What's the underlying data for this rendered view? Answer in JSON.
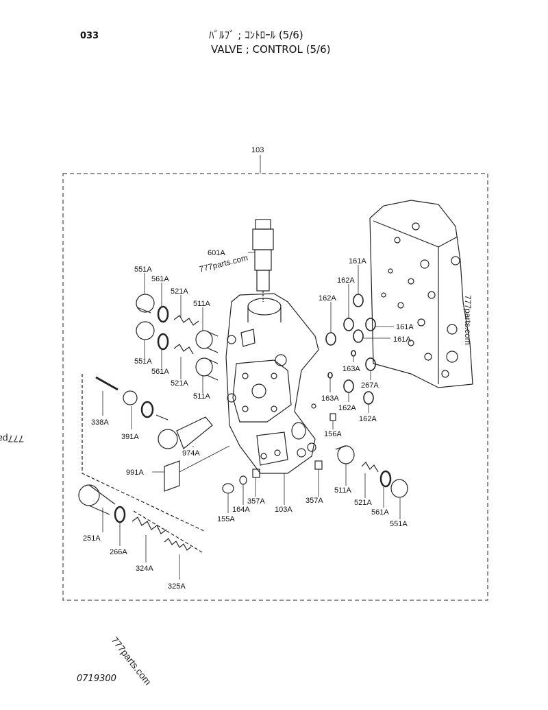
{
  "header": {
    "page_number": "033",
    "title_jp": "ﾊﾞﾙﾌﾞ ; ｺﾝﾄﾛｰﾙ (5/6)",
    "title_en": "VALVE ; CONTROL (5/6)"
  },
  "footer": {
    "doc_code": "0719300"
  },
  "watermarks": [
    "777parts.com",
    "777parts.com",
    "777pa",
    "777parts.com"
  ],
  "assembly_label": "103",
  "part_labels": {
    "p601A": "601A",
    "p551A_top": "551A",
    "p561A_top": "561A",
    "p521A_top": "521A",
    "p511A_top": "511A",
    "p551A_mid": "551A",
    "p561A_mid": "561A",
    "p521A_mid": "521A",
    "p511A_mid": "511A",
    "p338A": "338A",
    "p391A": "391A",
    "p974A": "974A",
    "p991A": "991A",
    "p251A": "251A",
    "p266A": "266A",
    "p324A": "324A",
    "p325A": "325A",
    "p155A": "155A",
    "p164A": "164A",
    "p357A_left": "357A",
    "p103A": "103A",
    "p357A_right": "357A",
    "p511A_bot": "511A",
    "p521A_bot": "521A",
    "p561A_bot": "561A",
    "p551A_bot": "551A",
    "p156A": "156A",
    "p161A_top": "161A",
    "p162A_a": "162A",
    "p162A_b": "162A",
    "p161A_mid": "161A",
    "p161A_low": "161A",
    "p163A_a": "163A",
    "p163A_b": "163A",
    "p267A": "267A",
    "p162A_c": "162A",
    "p162A_d": "162A"
  }
}
